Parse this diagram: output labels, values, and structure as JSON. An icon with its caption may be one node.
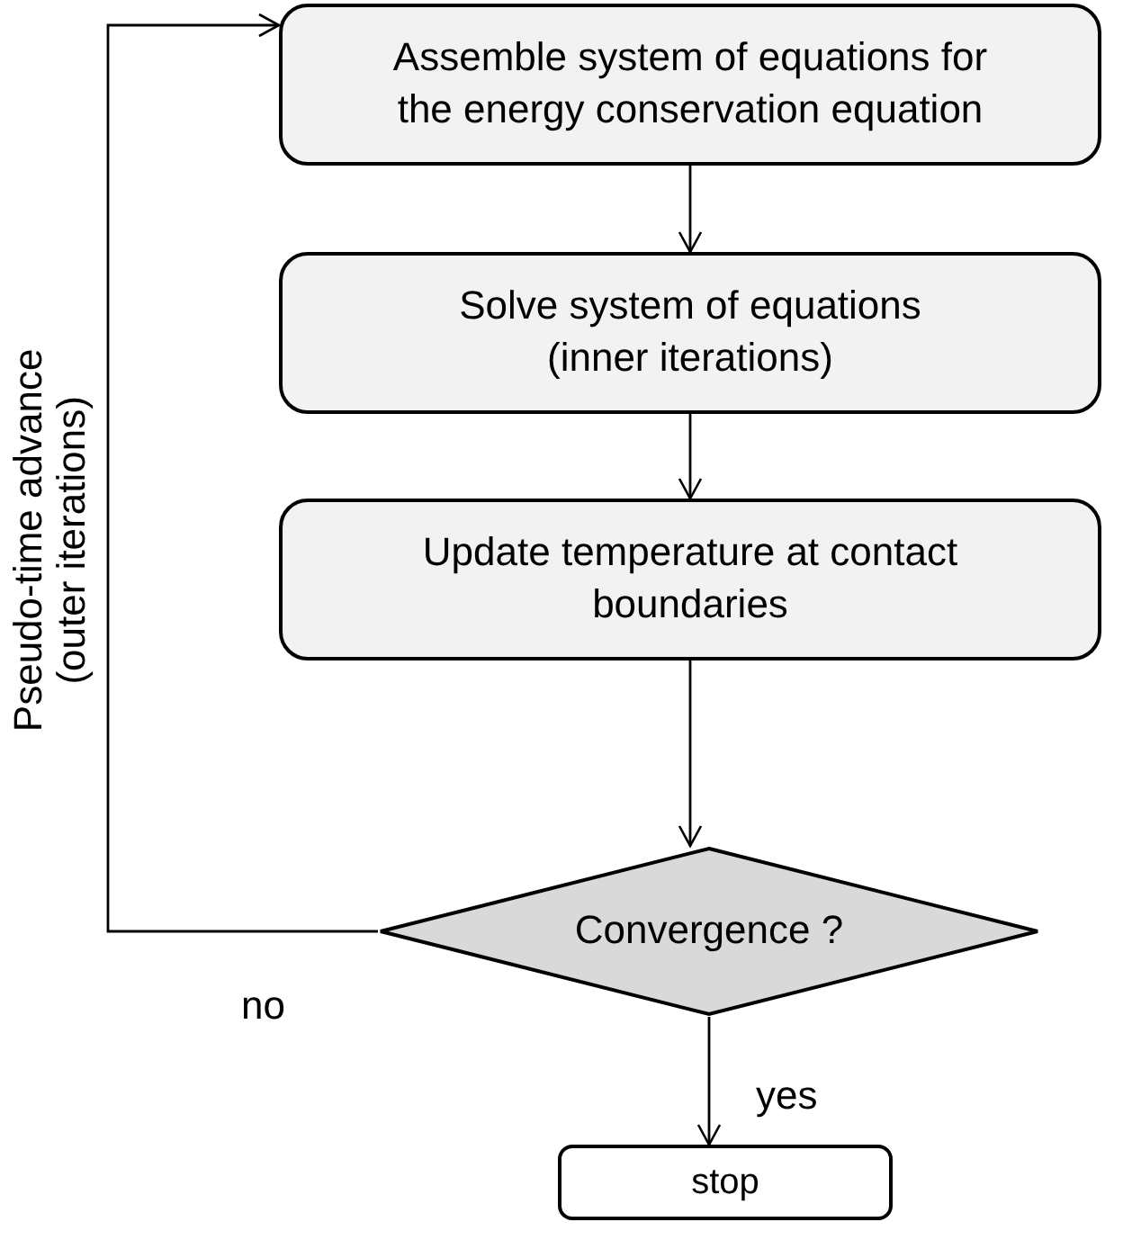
{
  "diagram": {
    "nodes": [
      {
        "text": [
          "Assemble system of equations for the energy conservation equation"
        ]
      },
      {
        "text": [
          "Solve system of equations (inner iterations)"
        ]
      },
      {
        "text": [
          "Update temperature at contact boundaries"
        ]
      },
      {
        "text": [
          "Convergence ?"
        ]
      },
      {
        "text": [
          "stop"
        ]
      }
    ],
    "edges": [
      {
        "from": 0,
        "to": 1,
        "arrow": "to"
      },
      {
        "from": 1,
        "to": 2,
        "arrow": "to"
      },
      {
        "from": 2,
        "to": 3,
        "arrow": "to"
      },
      {
        "from": 3,
        "to": 4,
        "arrow": "to",
        "label": "yes"
      },
      {
        "from": 3,
        "to": 0,
        "arrow": "to",
        "label": "no"
      }
    ],
    "labels": [
      "Pseudo-time advance (outer iterations)"
    ]
  }
}
